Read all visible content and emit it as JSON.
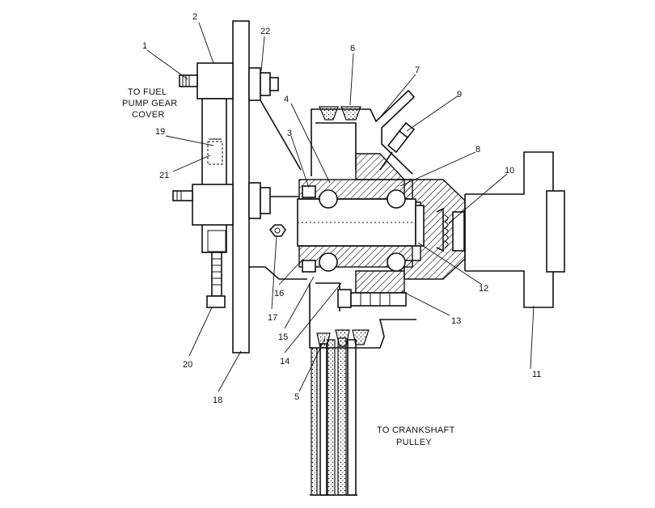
{
  "captions": {
    "fuel_cover": [
      "TO FUEL",
      "PUMP GEAR",
      "COVER"
    ],
    "crankshaft": [
      "TO CRANKSHAFT",
      "PULLEY"
    ]
  },
  "callouts": {
    "c1": "1",
    "c2": "2",
    "c3": "3",
    "c4": "4",
    "c5": "5",
    "c6": "6",
    "c7": "7",
    "c8": "8",
    "c9": "9",
    "c10": "10",
    "c11": "11",
    "c12": "12",
    "c13": "13",
    "c14": "14",
    "c15": "15",
    "c16": "16",
    "c17": "17",
    "c18": "18",
    "c19": "19",
    "c20": "20",
    "c21": "21",
    "c22": "22"
  }
}
